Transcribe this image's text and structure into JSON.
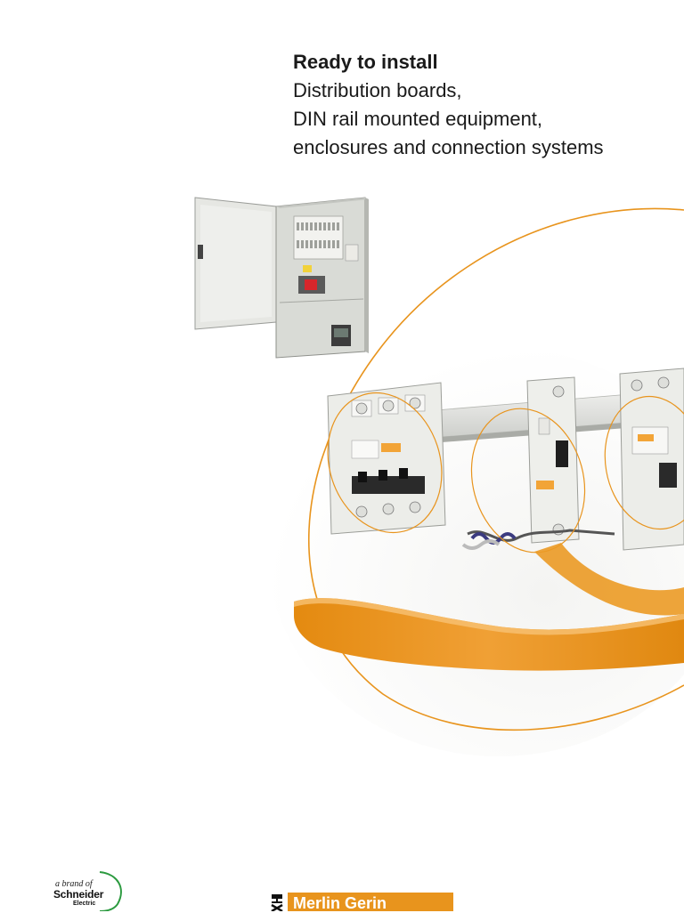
{
  "heading": {
    "title": "Ready to install",
    "lines": [
      "Distribution boards,",
      "DIN rail mounted equipment,",
      "enclosures and connection systems"
    ]
  },
  "colors": {
    "accent": "#e8941d",
    "accent_light": "#f5b55a",
    "text": "#1a1a1a",
    "product_grey": "#d9dbd6"
  },
  "footer": {
    "schneider": {
      "brand_of": "a brand of",
      "name": "Schneider",
      "sub": "Electric"
    },
    "merlin": {
      "name": "Merlin Gerin"
    }
  }
}
